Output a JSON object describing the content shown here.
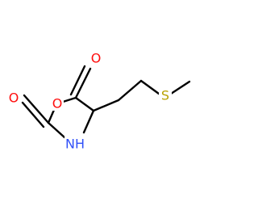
{
  "molecule": {
    "atoms": {
      "ring_oxygen": {
        "symbol": "O",
        "color": "#ff0d0d"
      },
      "carbonyl_oxygen_top": {
        "symbol": "O",
        "color": "#ff0d0d"
      },
      "carbonyl_oxygen_left": {
        "symbol": "O",
        "color": "#ff0d0d"
      },
      "nitrogen": {
        "symbol": "NH",
        "color": "#3050f8"
      },
      "sulfur": {
        "symbol": "S",
        "color": "#b8a200"
      }
    },
    "bond_color": "#000000"
  }
}
